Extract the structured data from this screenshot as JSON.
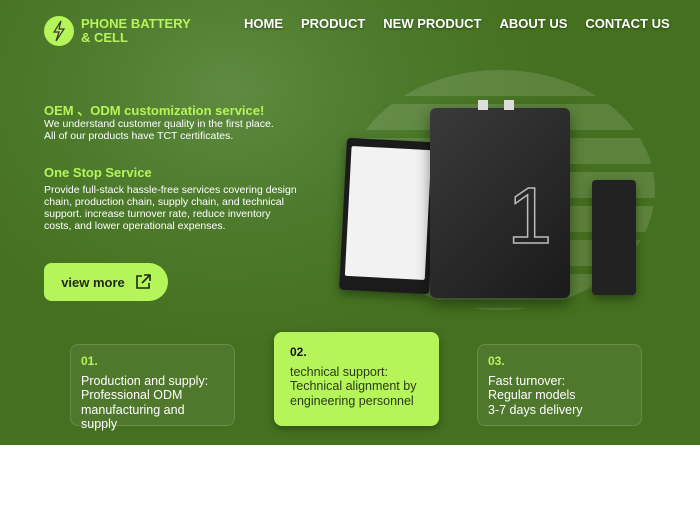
{
  "brand": {
    "name_line1": "PHONE BATTERY",
    "name_line2": "& CELL",
    "icon": "lightning-bolt-icon",
    "accent": "#b5f55a"
  },
  "nav": [
    "HOME",
    "PRODUCT",
    "NEW PRODUCT",
    "ABOUT US",
    "CONTACT US"
  ],
  "hero": {
    "heading1": "OEM 、ODM customization service!",
    "text1_line1": "We understand customer quality in the first place.",
    "text1_line2": "All of our products have TCT certificates.",
    "heading2": "One Stop Service",
    "text2": "Provide full-stack hassle-free services covering design chain, production chain, supply chain, and technical support. increase turnover rate, reduce inventory costs, and lower operational expenses.",
    "button": "view more",
    "battery_number": "1"
  },
  "features": [
    {
      "num": "01.",
      "l1": "Production and supply:",
      "l2": "Professional ODM",
      "l3": "manufacturing and supply"
    },
    {
      "num": "02.",
      "l1": "technical support:",
      "l2": "Technical alignment by",
      "l3": "engineering personnel"
    },
    {
      "num": "03.",
      "l1": "Fast turnover:",
      "l2": "Regular models",
      "l3": "3-7 days delivery"
    }
  ]
}
